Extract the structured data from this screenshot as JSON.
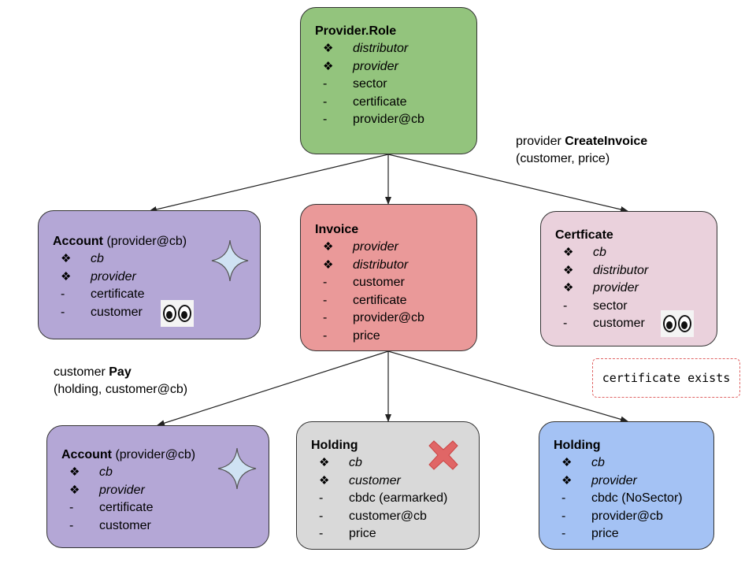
{
  "boxes": {
    "provider_role": {
      "title": "Provider.Role",
      "items": [
        {
          "kind": "role",
          "marker": "❖",
          "label": "distributor"
        },
        {
          "kind": "field",
          "marker": "❖",
          "label": "provider"
        },
        {
          "kind": "field",
          "marker": "-",
          "label": "sector"
        },
        {
          "kind": "field",
          "marker": "-",
          "label": "certificate"
        },
        {
          "kind": "field",
          "marker": "-",
          "label": "provider@cb"
        }
      ]
    },
    "account_top": {
      "title": "Account",
      "title_suffix": " (provider@cb)",
      "items": [
        {
          "kind": "role",
          "marker": "❖",
          "label": "cb"
        },
        {
          "kind": "role",
          "marker": "❖",
          "label": "provider"
        },
        {
          "kind": "field",
          "marker": "-",
          "label": "certificate"
        },
        {
          "kind": "field",
          "marker": "-",
          "label": "customer"
        }
      ]
    },
    "invoice": {
      "title": "Invoice",
      "items": [
        {
          "kind": "role",
          "marker": "❖",
          "label": "provider"
        },
        {
          "kind": "role",
          "marker": "❖",
          "label": "distributor"
        },
        {
          "kind": "field",
          "marker": "-",
          "label": "customer"
        },
        {
          "kind": "field",
          "marker": "-",
          "label": "certificate"
        },
        {
          "kind": "field",
          "marker": "-",
          "label": "provider@cb"
        },
        {
          "kind": "field",
          "marker": "-",
          "label": "price"
        }
      ]
    },
    "certificate": {
      "title": "Certficate",
      "items": [
        {
          "kind": "role",
          "marker": "❖",
          "label": "cb"
        },
        {
          "kind": "role",
          "marker": "❖",
          "label": "distributor"
        },
        {
          "kind": "role",
          "marker": "❖",
          "label": "provider"
        },
        {
          "kind": "field",
          "marker": "-",
          "label": "sector"
        },
        {
          "kind": "field",
          "marker": "-",
          "label": "customer"
        }
      ]
    },
    "account_bottom": {
      "title": "Account",
      "title_suffix": " (provider@cb)",
      "items": [
        {
          "kind": "role",
          "marker": "❖",
          "label": "cb"
        },
        {
          "kind": "role",
          "marker": "❖",
          "label": "provider"
        },
        {
          "kind": "field",
          "marker": "-",
          "label": "certificate"
        },
        {
          "kind": "field",
          "marker": "-",
          "label": "customer"
        }
      ]
    },
    "holding_grey": {
      "title": "Holding",
      "items": [
        {
          "kind": "role",
          "marker": "❖",
          "label": "cb"
        },
        {
          "kind": "role",
          "marker": "❖",
          "label": "customer"
        },
        {
          "kind": "field",
          "marker": "-",
          "label": "cbdc (earmarked)"
        },
        {
          "kind": "field",
          "marker": "-",
          "label": "customer@cb"
        },
        {
          "kind": "field",
          "marker": "-",
          "label": "price"
        }
      ]
    },
    "holding_blue": {
      "title": "Holding",
      "items": [
        {
          "kind": "role",
          "marker": "❖",
          "label": "cb"
        },
        {
          "kind": "role",
          "marker": "❖",
          "label": "provider"
        },
        {
          "kind": "field",
          "marker": "-",
          "label": "cbdc (NoSector)"
        },
        {
          "kind": "field",
          "marker": "-",
          "label": "provider@cb"
        },
        {
          "kind": "field",
          "marker": "-",
          "label": "price"
        }
      ]
    }
  },
  "transactions": {
    "create_invoice": {
      "actor": "provider ",
      "choice": "CreateInvoice",
      "args": "(customer, price)"
    },
    "pay": {
      "actor": "customer ",
      "choice": "Pay",
      "args": "(holding, customer@cb)"
    }
  },
  "note": "certificate exists",
  "icons": {
    "sparkle": "four-point-star-icon",
    "eyes": "eyes-icon",
    "cross": "red-x-icon"
  },
  "colors": {
    "provider_role": "#93c47d",
    "account": "#b4a7d6",
    "invoice": "#ea9999",
    "certificate": "#ead1dc",
    "holding_grey": "#d9d9d9",
    "holding_blue": "#a4c2f4",
    "note_border": "#e06666",
    "sparkle": "#cfe2f3"
  }
}
